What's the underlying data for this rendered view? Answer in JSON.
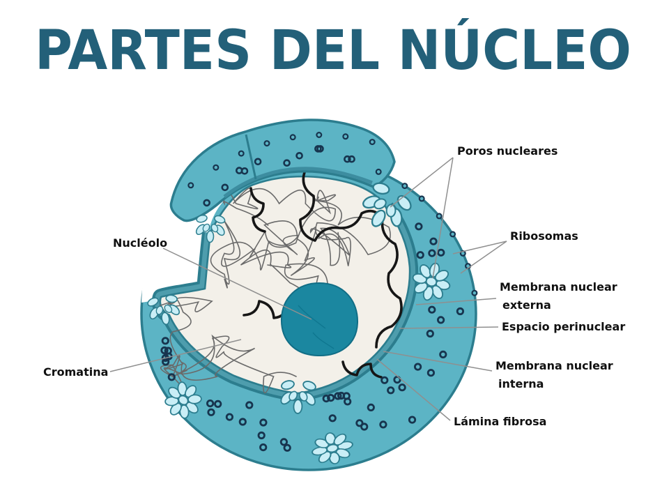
{
  "title": "PARTES DEL NÚCLEO",
  "diagram": {
    "type": "labeled-biology-diagram",
    "subject": "cell nucleus cutaway",
    "labels": {
      "poros": "Poros nucleares",
      "ribosomas": "Ribosomas",
      "membrana_externa_1": "Membrana nuclear",
      "membrana_externa_2": "externa",
      "espacio": "Espacio perinuclear",
      "membrana_interna_1": "Membrana nuclear",
      "membrana_interna_2": "interna",
      "lamina": "Lámina fibrosa",
      "nucleolo": "Nucléolo",
      "cromatina": "Cromatina"
    },
    "colors": {
      "title": "#236079",
      "membrane_outline": "#2c7d8e",
      "shell_fill": "#5cb4c5",
      "envelope_band": "#4e9dad",
      "interior_fill": "#f3f0e9",
      "nucleolus_fill": "#1b87a0",
      "pore_fill": "#c9eef6",
      "ribosome_dot": "#17344e",
      "leader_line": "#8f8f8f",
      "label_text": "#101010"
    }
  }
}
